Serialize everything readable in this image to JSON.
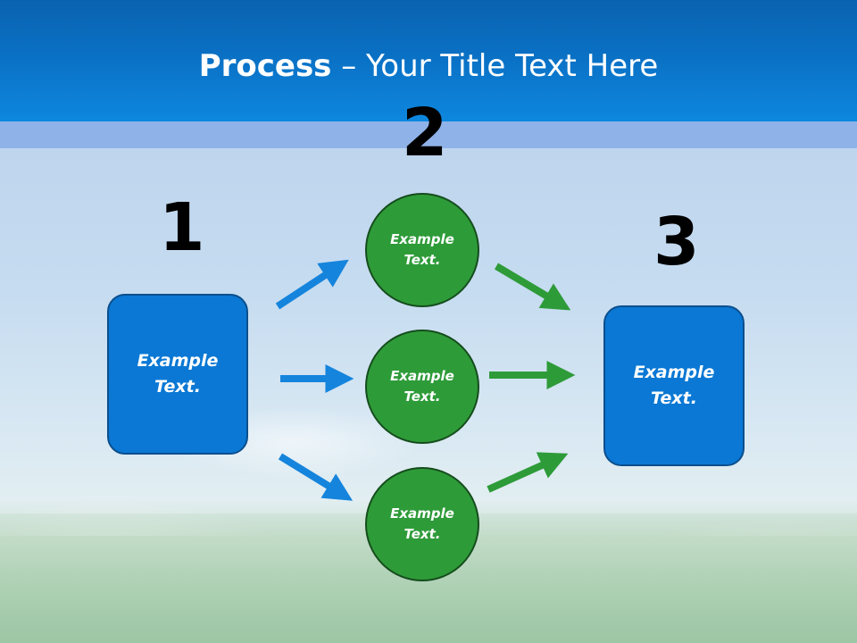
{
  "slide": {
    "title_bold": "Process",
    "title_rest": " – Your Title Text Here"
  },
  "steps": {
    "one": "1",
    "two": "2",
    "three": "3"
  },
  "nodes": {
    "start_box": "Example Text.",
    "circle_top": "Example Text.",
    "circle_middle": "Example Text.",
    "circle_bottom": "Example Text.",
    "end_box": "Example Text."
  },
  "colors": {
    "header": "#0a70c4",
    "box": "#0a78d4",
    "circle": "#2e9b39",
    "arrow_blue": "#1584dc",
    "arrow_green": "#2e9b39"
  }
}
